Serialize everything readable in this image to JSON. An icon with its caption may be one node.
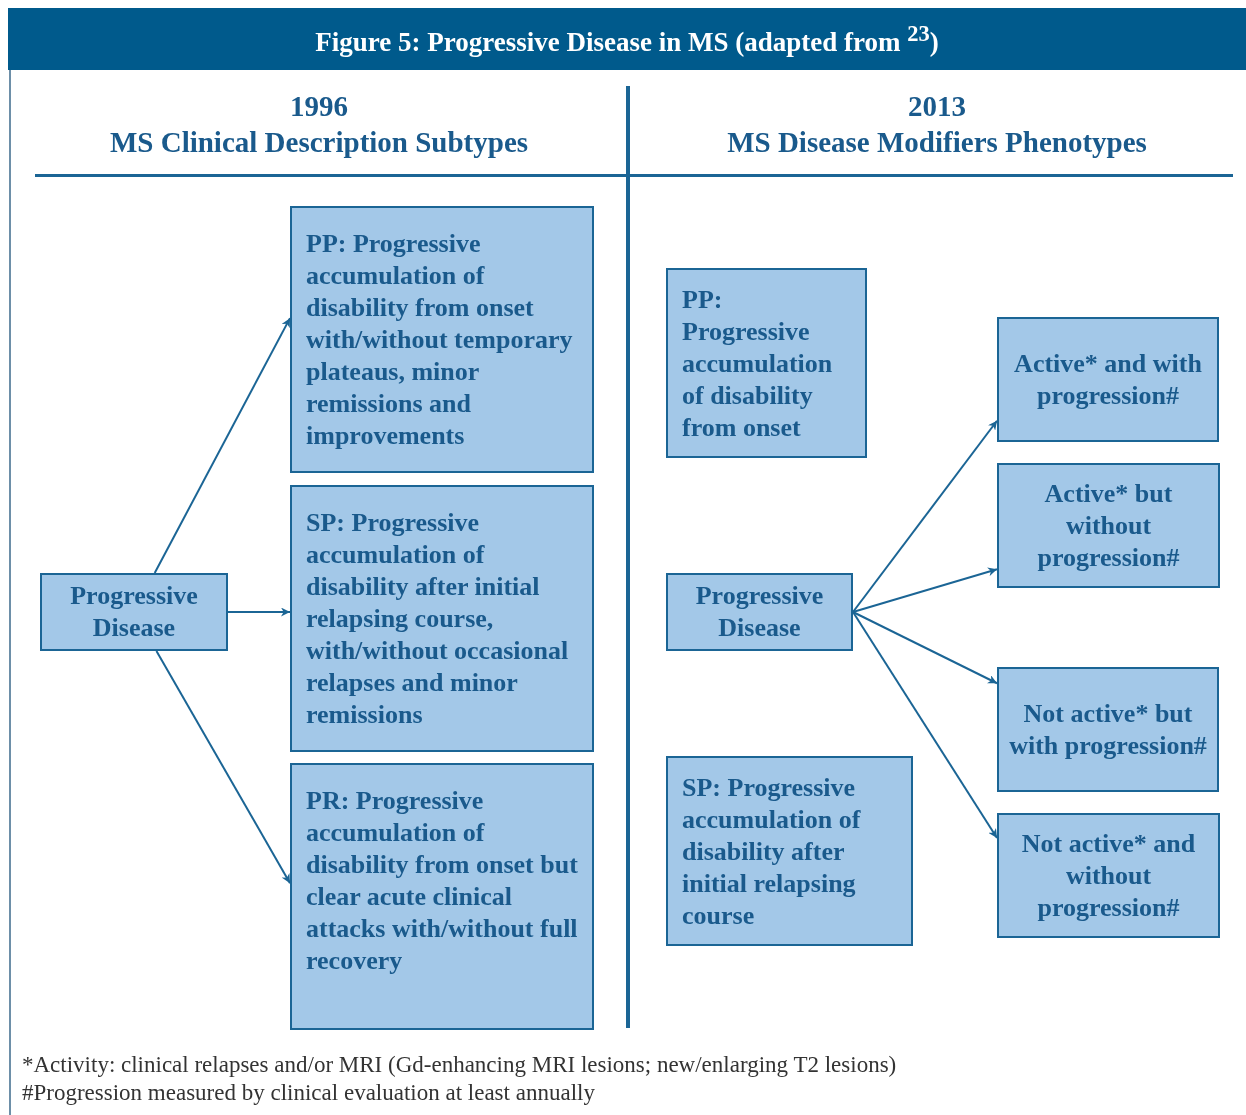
{
  "diagram": {
    "title": "Figure 5: Progressive Disease in MS (adapted from $^{23}$)",
    "nodes": [
      {
        "text": [
          "Progressive Disease"
        ]
      },
      {
        "text": [
          "PP: Progressive accumulation of disability from onset with/without temporary plateaus, minor remissions and improvements"
        ]
      },
      {
        "text": [
          "SP: Progressive accumulation of disability after initial relapsing course, with/without occasional relapses and minor remissions"
        ]
      },
      {
        "text": [
          "PR: Progressive accumulation of disability from onset but clear acute clinical attacks with/without full recovery"
        ]
      },
      {
        "text": [
          "PP: Progressive accumulation of disability from onset"
        ]
      },
      {
        "text": [
          "Progressive Disease"
        ]
      },
      {
        "text": [
          "SP: Progressive accumulation of disability after initial relapsing course"
        ]
      },
      {
        "text": [
          "Active* and with progression#"
        ]
      },
      {
        "text": [
          "Active* but without progression#"
        ]
      },
      {
        "text": [
          "Not active* but with progression#"
        ]
      },
      {
        "text": [
          "Not active* and without progression#"
        ]
      }
    ],
    "edges": [
      {
        "from": 0,
        "to": 1,
        "arrow": "to"
      },
      {
        "from": 0,
        "to": 2,
        "arrow": "to"
      },
      {
        "from": 0,
        "to": 3,
        "arrow": "to"
      },
      {
        "from": 5,
        "to": 7,
        "arrow": "to"
      },
      {
        "from": 5,
        "to": 8,
        "arrow": "to"
      },
      {
        "from": 5,
        "to": 9,
        "arrow": "to"
      },
      {
        "from": 5,
        "to": 10,
        "arrow": "to"
      }
    ],
    "labels": [
      "1996",
      "2013",
      "MS Clinical Description Subtypes",
      "MS Disease Modifiers Phenotypes",
      "*Activity: clinical relapses and/or MRI (Gd-enhancing MRI lesions; new/enlarging T2 lesions)",
      "#Progression measured by clinical evaluation at least annually"
    ]
  }
}
